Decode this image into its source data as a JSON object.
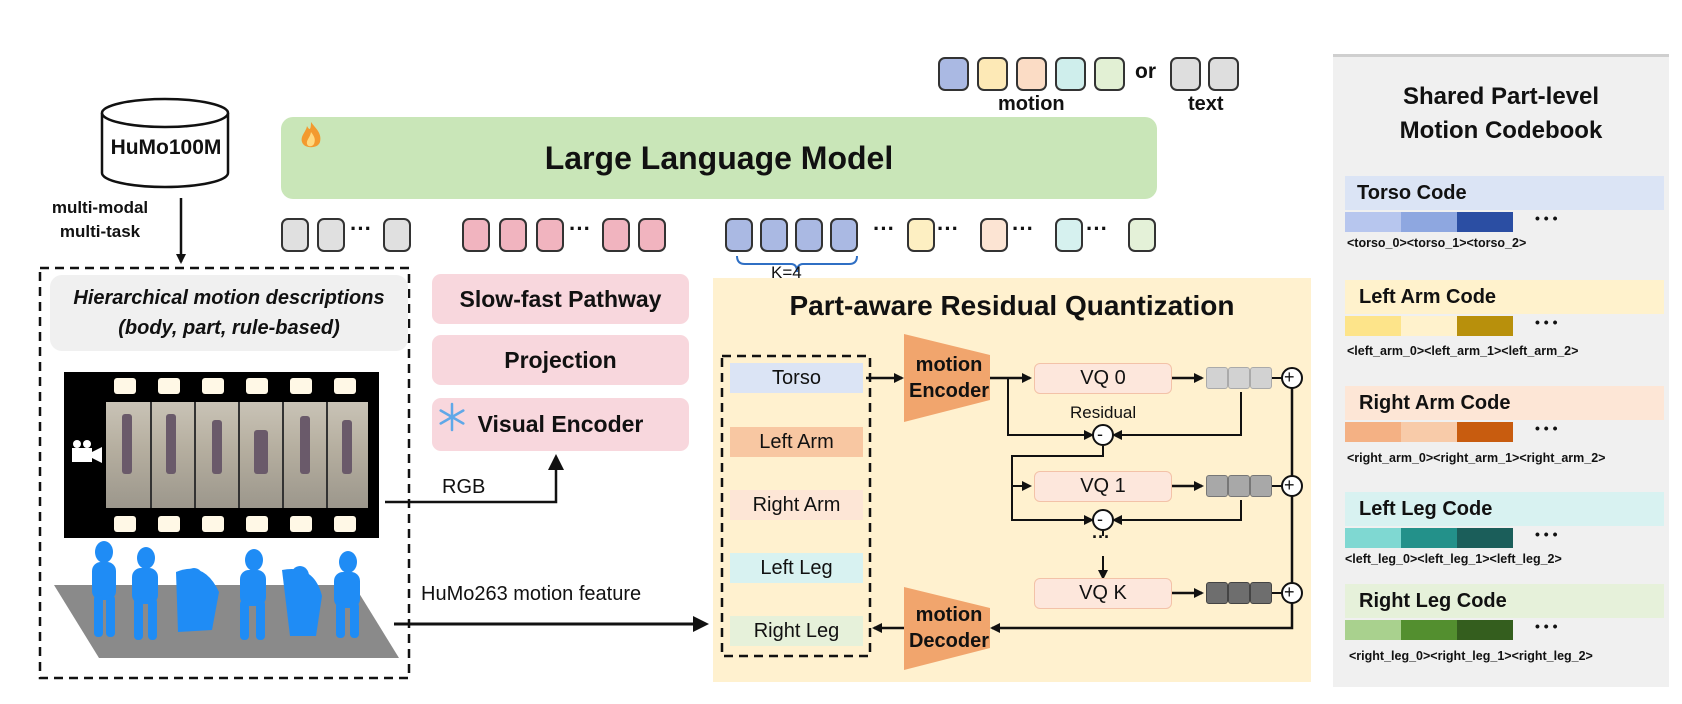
{
  "dataset": {
    "name": "HuMo100M",
    "caption": "multi-modal\nmulti-task"
  },
  "descriptions": {
    "line1": "Hierarchical motion descriptions",
    "line2": "(body, part, rule-based)"
  },
  "llm": {
    "title": "Large Language Model"
  },
  "legend": {
    "or": "or",
    "motion": "motion",
    "text": "text"
  },
  "visual": {
    "slowfast": "Slow-fast Pathway",
    "projection": "Projection",
    "encoder": "Visual Encoder",
    "rgb": "RGB"
  },
  "motion_feature": "HuMo263 motion feature",
  "prq": {
    "title": "Part-aware Residual Quantization",
    "k_label": "K=4",
    "parts": [
      "Torso",
      "Left Arm",
      "Right Arm",
      "Left Leg",
      "Right Leg"
    ],
    "encoder": "motion\nEncoder",
    "decoder": "motion\nDecoder",
    "vq": [
      "VQ 0",
      "VQ 1",
      "VQ K"
    ],
    "residual": "Residual",
    "minus": "-",
    "plus": "+",
    "ellipsis": "···"
  },
  "codebook": {
    "title_line1": "Shared Part-level",
    "title_line2": "Motion Codebook",
    "entries": [
      {
        "name": "Torso Code",
        "tokens": "<torso_0><torso_1><torso_2>"
      },
      {
        "name": "Left Arm Code",
        "tokens": "<left_arm_0><left_arm_1><left_arm_2>"
      },
      {
        "name": "Right Arm Code",
        "tokens": "<right_arm_0><right_arm_1><right_arm_2>"
      },
      {
        "name": "Left Leg Code",
        "tokens": "<left_leg_0><left_leg_1><left_leg_2>"
      },
      {
        "name": "Right Leg Code",
        "tokens": "<right_leg_0><right_leg_1><right_leg_2>"
      }
    ],
    "dots": "• • •"
  },
  "colors": {
    "torso": "#dbe4f5",
    "left_arm": "#fff2cc",
    "right_arm": "#fde6d6",
    "left_leg": "#d8f2f1",
    "right_leg": "#e6f1da",
    "llm": "#c9e6b8",
    "visual": "#f8d7dd",
    "prq_bg": "#fff1cf",
    "vq": "#fde7dc",
    "enc": "#f1a56d",
    "codebook_bg": "#f0f0f0"
  }
}
